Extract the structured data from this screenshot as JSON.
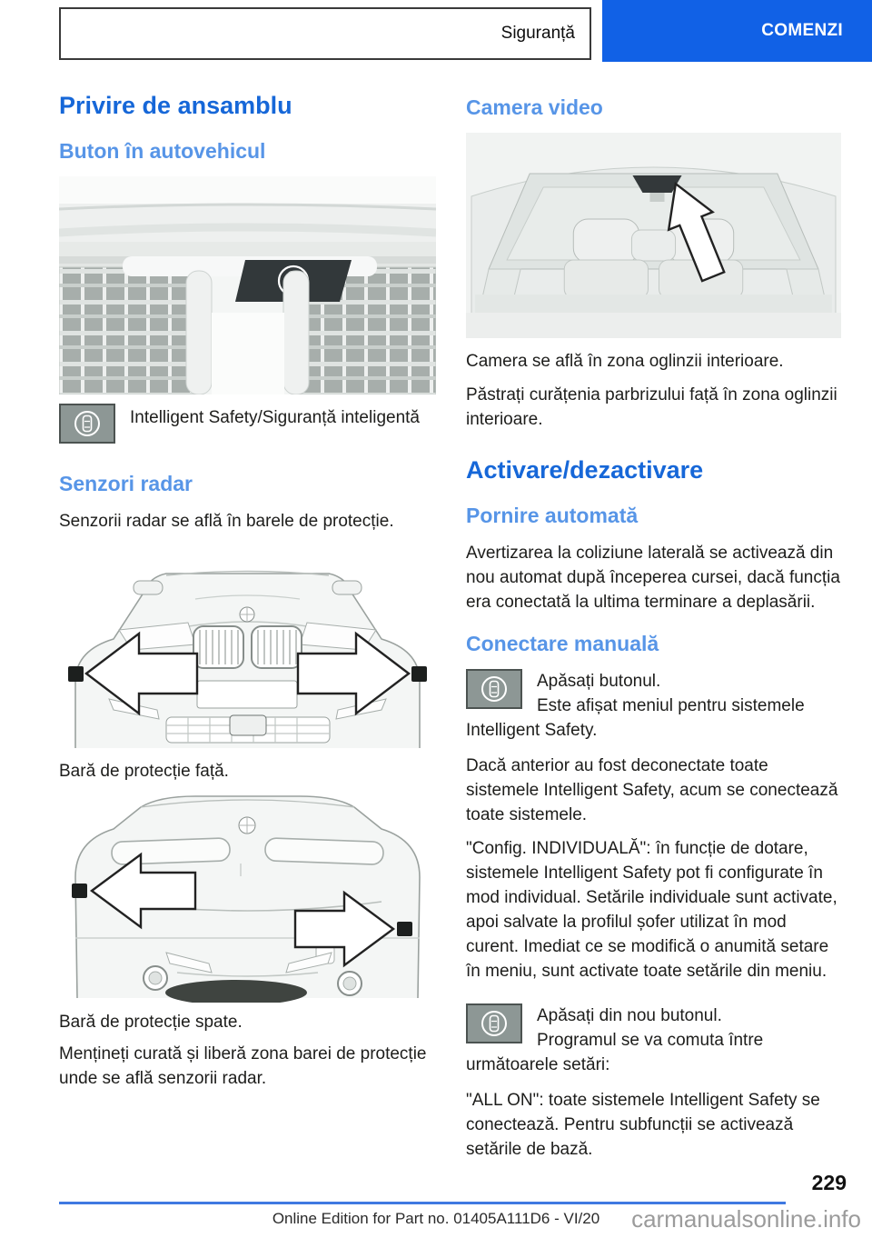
{
  "colors": {
    "accent_dark_blue": "#1667d8",
    "accent_light_blue": "#5795e7",
    "chapter_bg": "#1161e6",
    "footer_rule": "#3f79e1",
    "body_text": "#1d1d1b",
    "watermark_gray": "#9b9b9b"
  },
  "header": {
    "section": "Siguranță",
    "chapter": "COMENZI"
  },
  "left": {
    "overview_title": "Privire de ansamblu",
    "button_heading": "Buton în autovehicul",
    "button_label": "Intelligent Safety/Siguranță inteligentă",
    "radar_heading": "Senzori radar",
    "radar_intro": "Senzorii radar se află în barele de protecție.",
    "front_caption": "Bară de protecție față.",
    "rear_caption": "Bară de protecție spate.",
    "radar_note": "Mențineți curată și liberă zona barei de protecție unde se află senzorii radar."
  },
  "right": {
    "camera_heading": "Camera video",
    "camera_location": "Camera se află în zona oglinzii interioare.",
    "camera_note": "Păstrați curățenia parbrizului față în zona oglinzii interioare.",
    "activation_title": "Activare/dezactivare",
    "auto_heading": "Pornire automată",
    "auto_text": "Avertizarea la coliziune laterală se activează din nou automat după începerea cursei, dacă funcția era conectată la ultima terminare a deplasării.",
    "manual_heading": "Conectare manuală",
    "step1_action": "Apăsați butonul.",
    "step1_result": "Este afișat meniul pentru sistemele Intelligent Safety.",
    "manual_p1": "Dacă anterior au fost deconectate toate sistemele Intelligent Safety, acum se conectează toate sistemele.",
    "manual_p2": "\"Config. INDIVIDUALĂ\": în funcție de dotare, sistemele Intelligent Safety pot fi configurate în mod individual. Setările individuale sunt activate, apoi salvate la profilul șofer utilizat în mod curent. Imediat ce se modifică o anumită setare în meniu, sunt activate toate setările din meniu.",
    "step2_action": "Apăsați din nou butonul.",
    "step2_result": "Programul se va comuta între următoarele setări:",
    "manual_p3": "\"ALL ON\": toate sistemele Intelligent Safety se conectează. Pentru subfuncții se activează setările de bază."
  },
  "footer": {
    "page_number": "229",
    "edition": "Online Edition for Part no. 01405A111D6 - VI/20",
    "watermark": "carmanualsonline.info"
  }
}
